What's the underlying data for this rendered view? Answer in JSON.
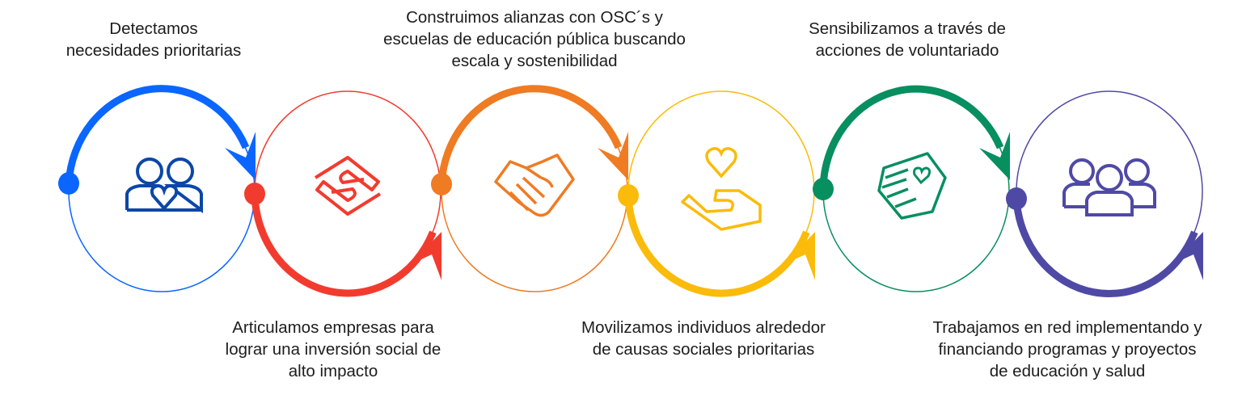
{
  "steps": [
    {
      "text": "Detectamos\nnecesidades prioritarias",
      "color": "#0a66ff",
      "icon_color": "#0b47a8",
      "icon": "couple-heart-icon",
      "arc": "top"
    },
    {
      "text": "Articulamos empresas para\nlograr una inversión social de\nalto impacto",
      "color": "#f23b2f",
      "icon_color": "#f23b2f",
      "icon": "joined-hands-icon",
      "arc": "bottom"
    },
    {
      "text": "Construimos alianzas con OSC´s y\nescuelas de educación pública buscando\nescala y sostenibilidad",
      "color": "#ef7b23",
      "icon_color": "#ef7b23",
      "icon": "handshake-icon",
      "arc": "top"
    },
    {
      "text": "Movilizamos individuos alrededor\nde causas sociales prioritarias",
      "color": "#fbbb0a",
      "icon_color": "#fbbb0a",
      "icon": "hand-heart-icon",
      "arc": "bottom"
    },
    {
      "text": "Sensibilizamos a través de\nacciones de voluntariado",
      "color": "#078f5f",
      "icon_color": "#078f5f",
      "icon": "hands-heart-icon",
      "arc": "top"
    },
    {
      "text": "Trabajamos en red implementando y\nfinanciando programas y proyectos\nde educación y salud",
      "color": "#4f49a6",
      "icon_color": "#4f49a6",
      "icon": "group-icon",
      "arc": "bottom"
    }
  ]
}
